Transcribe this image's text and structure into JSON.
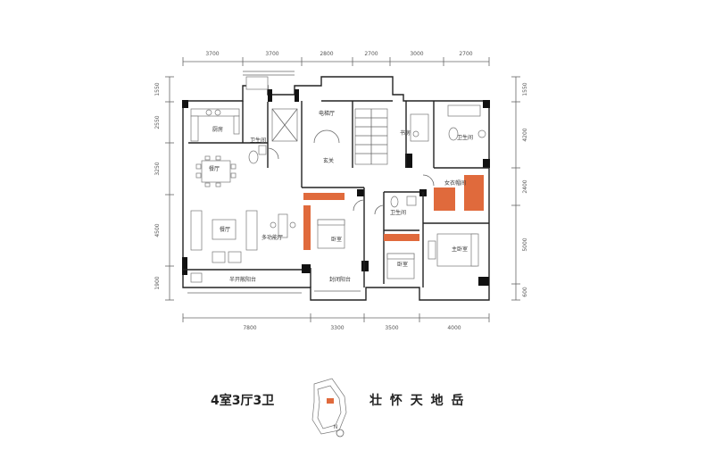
{
  "dimensions": {
    "top": [
      "3700",
      "3700",
      "2800",
      "2700",
      "3000",
      "2700"
    ],
    "bottom": [
      "7800",
      "3300",
      "3500",
      "4000"
    ],
    "left": [
      "1550",
      "2550",
      "3250",
      "4500",
      "1900"
    ],
    "right": [
      "1550",
      "4200",
      "2400",
      "5000",
      "600"
    ]
  },
  "rooms": {
    "kitchen": "厨房",
    "bath_left": "卫生间",
    "dining": "餐厅",
    "living": "餐厅",
    "multi_hall": "多功能厅",
    "elevator_hall": "电梯厅",
    "foyer": "玄关",
    "study": "书房",
    "bath_right": "卫生间",
    "walk_in_closet": "女衣帽间",
    "bath_mid": "卫生间",
    "bedroom_1": "卧室",
    "bedroom_2": "卧室",
    "master_bedroom": "主卧室",
    "half_open_balcony": "半开敞阳台",
    "closed_balcony": "封闭阳台"
  },
  "caption": {
    "layout": "4室3厅3卫",
    "project": "壮 怀 天 地 岳"
  },
  "compass": {
    "label": "N"
  },
  "colors": {
    "accent": "#e06a3c"
  }
}
